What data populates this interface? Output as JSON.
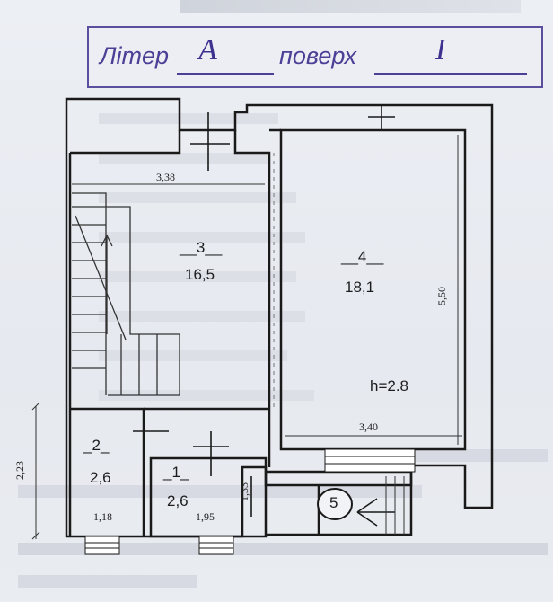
{
  "stamp": {
    "liter_label": "Літер",
    "liter_value": "А",
    "floor_label": "поверх",
    "floor_value": "I"
  },
  "rooms": [
    {
      "number": "3",
      "area": "16,5"
    },
    {
      "number": "4",
      "area": "18,1"
    },
    {
      "number": "2",
      "area": "2,6"
    },
    {
      "number": "1",
      "area": "2,6"
    },
    {
      "number": "5"
    }
  ],
  "dimensions": {
    "room3_width": "3,38",
    "room4_width": "3,40",
    "room4_length": "5,50",
    "room4_height": "h=2.8",
    "room2_width": "1,18",
    "room1_width": "1,95",
    "room1_depth": "1,33",
    "left_height": "2,23"
  },
  "colors": {
    "stamp_ink": "#4b3f96",
    "wall": "#1a1a1a",
    "paper": "#e9ecf1"
  }
}
